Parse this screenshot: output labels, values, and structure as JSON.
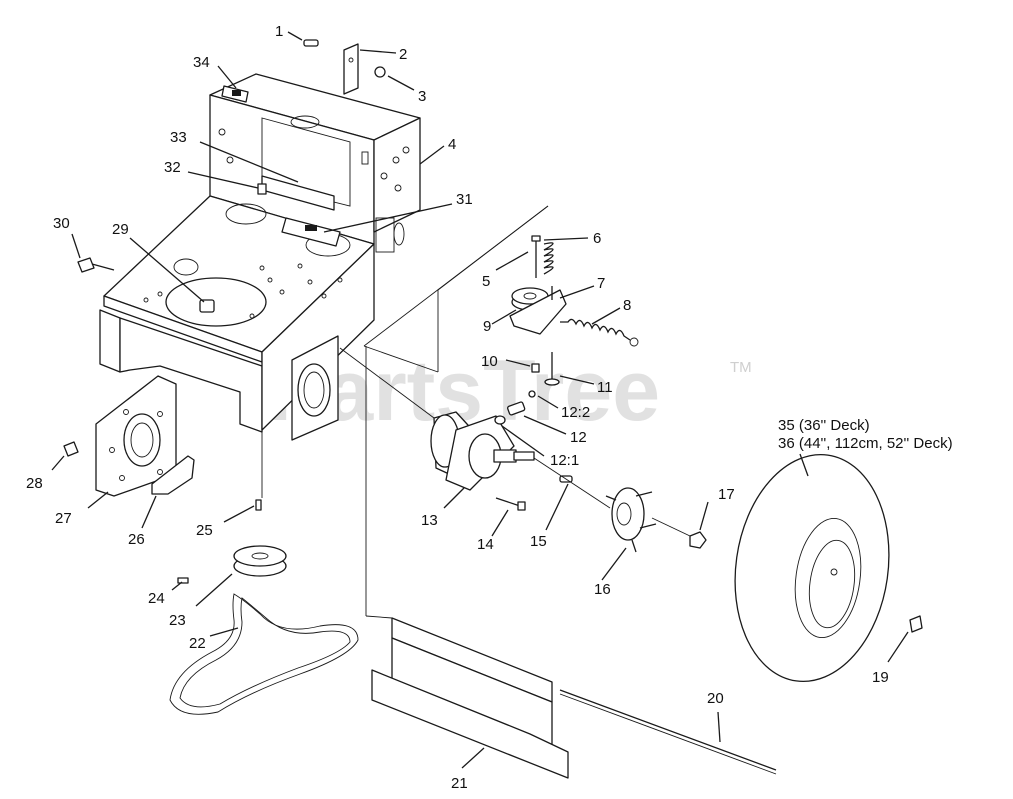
{
  "watermark": {
    "brand": "PartsTree",
    "mark": "TM"
  },
  "callouts": {
    "c1": "1",
    "c2": "2",
    "c3": "3",
    "c4": "4",
    "c5": "5",
    "c6": "6",
    "c7": "7",
    "c8": "8",
    "c9": "9",
    "c10": "10",
    "c11": "11",
    "c12": "12",
    "c12_1": "12:1",
    "c12_2": "12:2",
    "c13": "13",
    "c14": "14",
    "c15": "15",
    "c16": "16",
    "c17": "17",
    "c19": "19",
    "c20": "20",
    "c21": "21",
    "c22": "22",
    "c23": "23",
    "c24": "24",
    "c25": "25",
    "c26": "26",
    "c27": "27",
    "c28": "28",
    "c29": "29",
    "c30": "30",
    "c31": "31",
    "c32": "32",
    "c33": "33",
    "c34": "34",
    "c35": "35 (36'' Deck)",
    "c36": "36 (44'', 112cm, 52'' Deck)"
  }
}
